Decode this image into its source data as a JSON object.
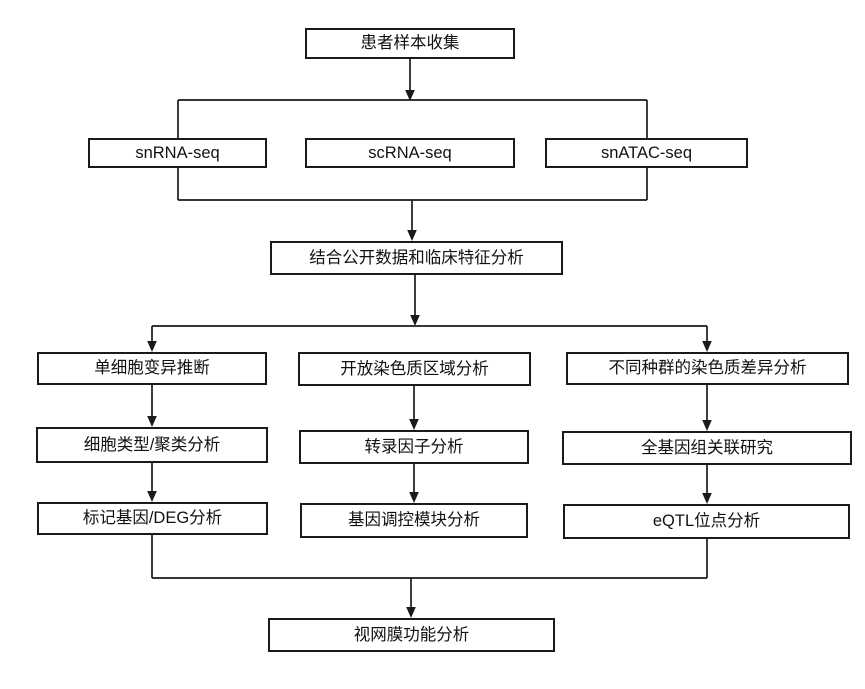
{
  "diagram": {
    "type": "flowchart",
    "description": "Single-cell multi-omics analysis workflow flowchart",
    "colors": {
      "background": "#ffffff",
      "box_fill": "#ffffff",
      "box_border": "#1a1a1a",
      "line": "#1a1a1a",
      "text": "#111111"
    }
  },
  "nodes": {
    "patient": {
      "label": "患者样本收集"
    },
    "snrna": {
      "label": "snRNA-seq"
    },
    "scrna": {
      "label": "scRNA-seq"
    },
    "snatac": {
      "label": "snATAC-seq"
    },
    "integrate": {
      "label": "结合公开数据和临床特征分析"
    },
    "variant": {
      "label": "单细胞变异推断"
    },
    "celltype": {
      "label": "细胞类型/聚类分析"
    },
    "marker": {
      "label": "标记基因/DEG分析"
    },
    "openchromatin": {
      "label": "开放染色质区域分析"
    },
    "tf": {
      "label": "转录因子分析"
    },
    "grn": {
      "label": "基因调控模块分析"
    },
    "chromdiff": {
      "label": "不同种群的染色质差异分析"
    },
    "gwas": {
      "label": "全基因组关联研究"
    },
    "eqtl": {
      "label": "eQTL位点分析"
    },
    "retina": {
      "label": "视网膜功能分析"
    }
  },
  "edges": [
    {
      "from": "patient",
      "to": "snrna"
    },
    {
      "from": "patient",
      "to": "scrna"
    },
    {
      "from": "patient",
      "to": "snatac"
    },
    {
      "from": "snrna",
      "to": "integrate"
    },
    {
      "from": "scrna",
      "to": "integrate"
    },
    {
      "from": "snatac",
      "to": "integrate"
    },
    {
      "from": "integrate",
      "to": "variant"
    },
    {
      "from": "integrate",
      "to": "openchromatin"
    },
    {
      "from": "integrate",
      "to": "chromdiff"
    },
    {
      "from": "variant",
      "to": "celltype"
    },
    {
      "from": "celltype",
      "to": "marker"
    },
    {
      "from": "openchromatin",
      "to": "tf"
    },
    {
      "from": "tf",
      "to": "grn"
    },
    {
      "from": "chromdiff",
      "to": "gwas"
    },
    {
      "from": "gwas",
      "to": "eqtl"
    },
    {
      "from": "marker",
      "to": "retina"
    },
    {
      "from": "grn",
      "to": "retina"
    },
    {
      "from": "eqtl",
      "to": "retina"
    }
  ]
}
